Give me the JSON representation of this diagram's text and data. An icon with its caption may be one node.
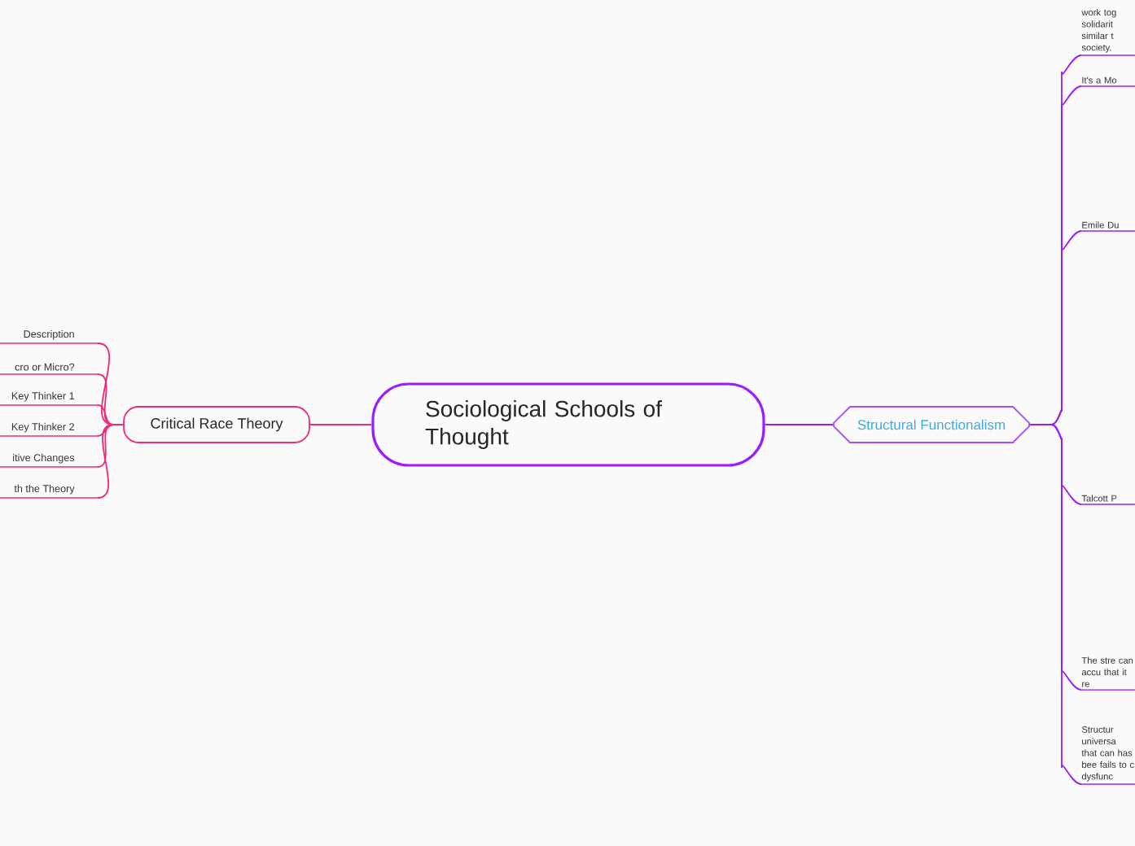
{
  "diagram": {
    "nodes": [
      {
        "text": [
          "Sociological Schools of Thought"
        ]
      },
      {
        "text": [
          "Critical Race Theory"
        ]
      },
      {
        "text": [
          "Structural Functionalism"
        ]
      },
      {
        "text": [
          "Description"
        ]
      },
      {
        "text": [
          "cro or Micro?"
        ]
      },
      {
        "text": [
          "Key Thinker 1"
        ]
      },
      {
        "text": [
          "Key Thinker 2"
        ]
      },
      {
        "text": [
          "itive Changes"
        ]
      },
      {
        "text": [
          "th the Theory"
        ]
      },
      {
        "text": [
          "work tog solidarit similar t society."
        ]
      },
      {
        "text": [
          "It's a Mo"
        ]
      },
      {
        "text": [
          "Emile Du"
        ]
      },
      {
        "text": [
          "Talcott P"
        ]
      },
      {
        "text": [
          "The stre can accu that it re"
        ]
      },
      {
        "text": [
          "Structur universa that can has bee fails to c dysfunc"
        ]
      }
    ],
    "edges": [
      {
        "from": 0,
        "to": 1,
        "arrow": "none",
        "color": "#f0287a"
      },
      {
        "from": 0,
        "to": 2,
        "arrow": "none",
        "color": "#9b1cff"
      },
      {
        "from": 1,
        "to": 3,
        "arrow": "none",
        "color": "#f0287a"
      },
      {
        "from": 1,
        "to": 4,
        "arrow": "none",
        "color": "#f0287a"
      },
      {
        "from": 1,
        "to": 5,
        "arrow": "none",
        "color": "#f0287a"
      },
      {
        "from": 1,
        "to": 6,
        "arrow": "none",
        "color": "#f0287a"
      },
      {
        "from": 1,
        "to": 7,
        "arrow": "none",
        "color": "#f0287a"
      },
      {
        "from": 1,
        "to": 8,
        "arrow": "none",
        "color": "#f0287a"
      },
      {
        "from": 2,
        "to": 9,
        "arrow": "none",
        "color": "#9b1cff"
      },
      {
        "from": 2,
        "to": 10,
        "arrow": "none",
        "color": "#9b1cff"
      },
      {
        "from": 2,
        "to": 11,
        "arrow": "none",
        "color": "#9b1cff"
      },
      {
        "from": 2,
        "to": 12,
        "arrow": "none",
        "color": "#9b1cff"
      },
      {
        "from": 2,
        "to": 13,
        "arrow": "none",
        "color": "#9b1cff"
      },
      {
        "from": 2,
        "to": 14,
        "arrow": "none",
        "color": "#9b1cff"
      }
    ]
  }
}
